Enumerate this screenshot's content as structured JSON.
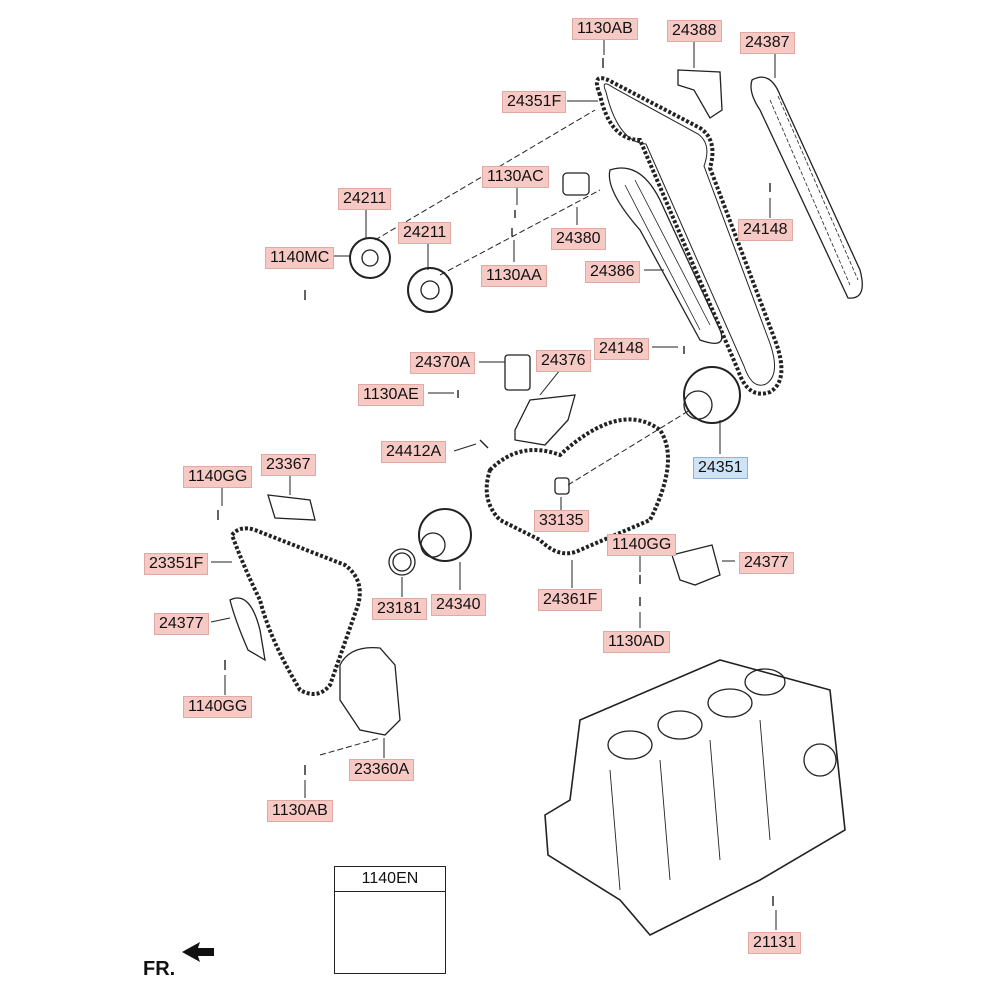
{
  "labels": [
    {
      "id": "1130AB-top",
      "text": "1130AB"
    },
    {
      "id": "24388",
      "text": "24388"
    },
    {
      "id": "24387",
      "text": "24387"
    },
    {
      "id": "24351F",
      "text": "24351F"
    },
    {
      "id": "1130AC",
      "text": "1130AC"
    },
    {
      "id": "24211-left",
      "text": "24211"
    },
    {
      "id": "24211-right",
      "text": "24211"
    },
    {
      "id": "24380",
      "text": "24380"
    },
    {
      "id": "24148-top",
      "text": "24148"
    },
    {
      "id": "1140MC",
      "text": "1140MC"
    },
    {
      "id": "1130AA",
      "text": "1130AA"
    },
    {
      "id": "24386",
      "text": "24386"
    },
    {
      "id": "24148-mid",
      "text": "24148"
    },
    {
      "id": "24370A",
      "text": "24370A"
    },
    {
      "id": "24376",
      "text": "24376"
    },
    {
      "id": "1130AE",
      "text": "1130AE"
    },
    {
      "id": "24412A",
      "text": "24412A"
    },
    {
      "id": "24351",
      "text": "24351"
    },
    {
      "id": "1140GG-top",
      "text": "1140GG"
    },
    {
      "id": "23367",
      "text": "23367"
    },
    {
      "id": "33135",
      "text": "33135"
    },
    {
      "id": "1140GG-mid",
      "text": "1140GG"
    },
    {
      "id": "24377-right",
      "text": "24377"
    },
    {
      "id": "23351F",
      "text": "23351F"
    },
    {
      "id": "24361F",
      "text": "24361F"
    },
    {
      "id": "23181",
      "text": "23181"
    },
    {
      "id": "24340",
      "text": "24340"
    },
    {
      "id": "1130AD",
      "text": "1130AD"
    },
    {
      "id": "24377-left",
      "text": "24377"
    },
    {
      "id": "1140GG-bottom",
      "text": "1140GG"
    },
    {
      "id": "23360A",
      "text": "23360A"
    },
    {
      "id": "1130AB-bottom",
      "text": "1130AB"
    },
    {
      "id": "21131",
      "text": "21131"
    }
  ],
  "inset": {
    "title": "1140EN"
  },
  "direction_label": "FR.",
  "colors": {
    "label_bg": "#f7c9c5",
    "highlight_bg": "#cfe3f7",
    "line": "#222222"
  }
}
